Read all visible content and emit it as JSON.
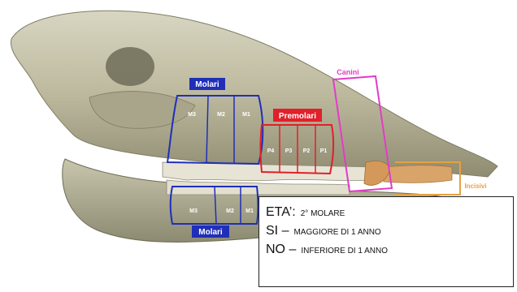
{
  "labels": {
    "molari_upper": "Molari",
    "molari_lower": "Molari",
    "premolari": "Premolari",
    "canini": "Canini",
    "incisivi": "Incisivi",
    "upper_molars": [
      "M3",
      "M2",
      "M1"
    ],
    "upper_premolars": [
      "P4",
      "P3",
      "P2",
      "P1"
    ],
    "lower_molars": [
      "M3",
      "M2",
      "M1"
    ]
  },
  "info_box": {
    "line1_big": "ETA’:",
    "line1_small": "2° MOLARE",
    "line2_big": "SI –",
    "line2_small": "MAGGIORE DI 1 ANNO",
    "line3_big": "NO –",
    "line3_small": "INFERIORE DI 1 ANNO"
  },
  "colors": {
    "molars": "#1f2fb8",
    "premolars": "#e0202a",
    "canines": "#e23cc8",
    "incisors": "#e8a040",
    "bone": "#b9b59a"
  }
}
